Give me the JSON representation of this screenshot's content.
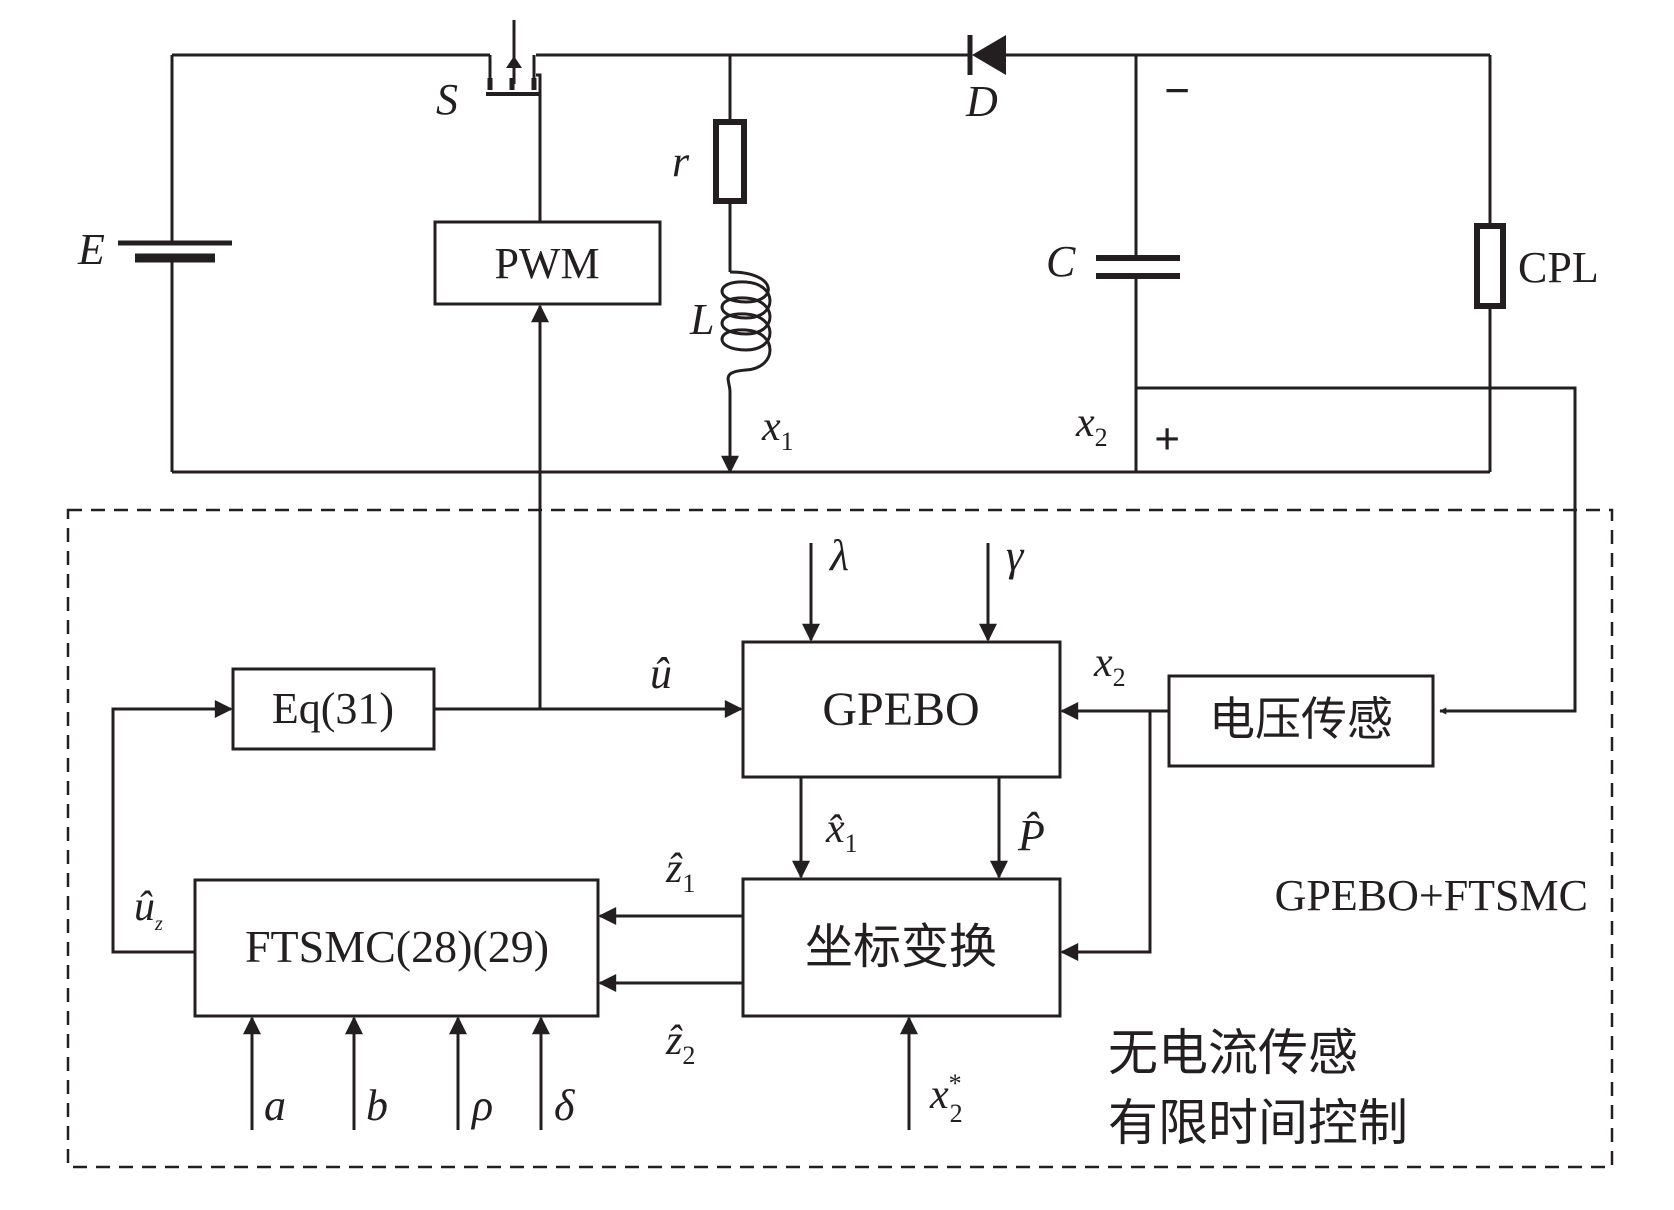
{
  "circuit": {
    "source_label": "E",
    "switch_label": "S",
    "pwm_label": "PWM",
    "resistor_label": "r",
    "inductor_label": "L",
    "diode_label": "D",
    "capacitor_label": "C",
    "load_label": "CPL",
    "current_label": "x",
    "current_sub": "1",
    "voltage_label": "x",
    "voltage_sub": "2",
    "minus_sign": "−",
    "plus_sign": "+"
  },
  "controller": {
    "eq_label": "Eq(31)",
    "gpebo_label": "GPEBO",
    "sensor_label": "电压传感",
    "transform_label": "坐标变换",
    "ftsmc_label": "FTSMC(28)(29)",
    "group_title": "GPEBO+FTSMC",
    "note_line1": "无电流传感",
    "note_line2": "有限时间控制"
  },
  "signals": {
    "lambda": "λ",
    "gamma": "γ",
    "u_hat": "û",
    "x2_in": "x",
    "x2_in_sub": "2",
    "x1_hat": "x̂",
    "x1_hat_sub": "1",
    "p_hat": "P̂",
    "z1_hat": "ẑ",
    "z1_sub": "1",
    "z2_hat": "ẑ",
    "z2_sub": "2",
    "uz_hat": "û",
    "uz_sub": "z",
    "a": "a",
    "b": "b",
    "rho": "ρ",
    "delta": "δ",
    "x2_star": "x",
    "x2_star_sub": "2",
    "x2_star_sup": "*"
  }
}
